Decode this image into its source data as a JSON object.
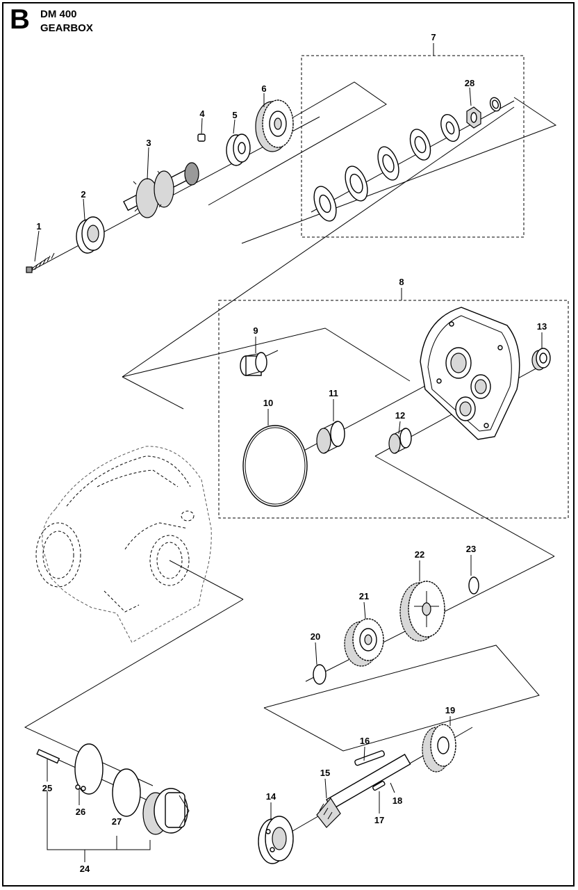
{
  "header": {
    "section_letter": "B",
    "model": "DM 400",
    "title": "GEARBOX"
  },
  "callouts": {
    "p1": "1",
    "p2": "2",
    "p3": "3",
    "p4": "4",
    "p5": "5",
    "p6": "6",
    "p7": "7",
    "p8": "8",
    "p9": "9",
    "p10": "10",
    "p11": "11",
    "p12": "12",
    "p13": "13",
    "p14": "14",
    "p15": "15",
    "p16": "16",
    "p17": "17",
    "p18": "18",
    "p19": "19",
    "p20": "20",
    "p21": "21",
    "p22": "22",
    "p23": "23",
    "p24": "24",
    "p25": "25",
    "p26": "26",
    "p27": "27",
    "p28": "28"
  }
}
